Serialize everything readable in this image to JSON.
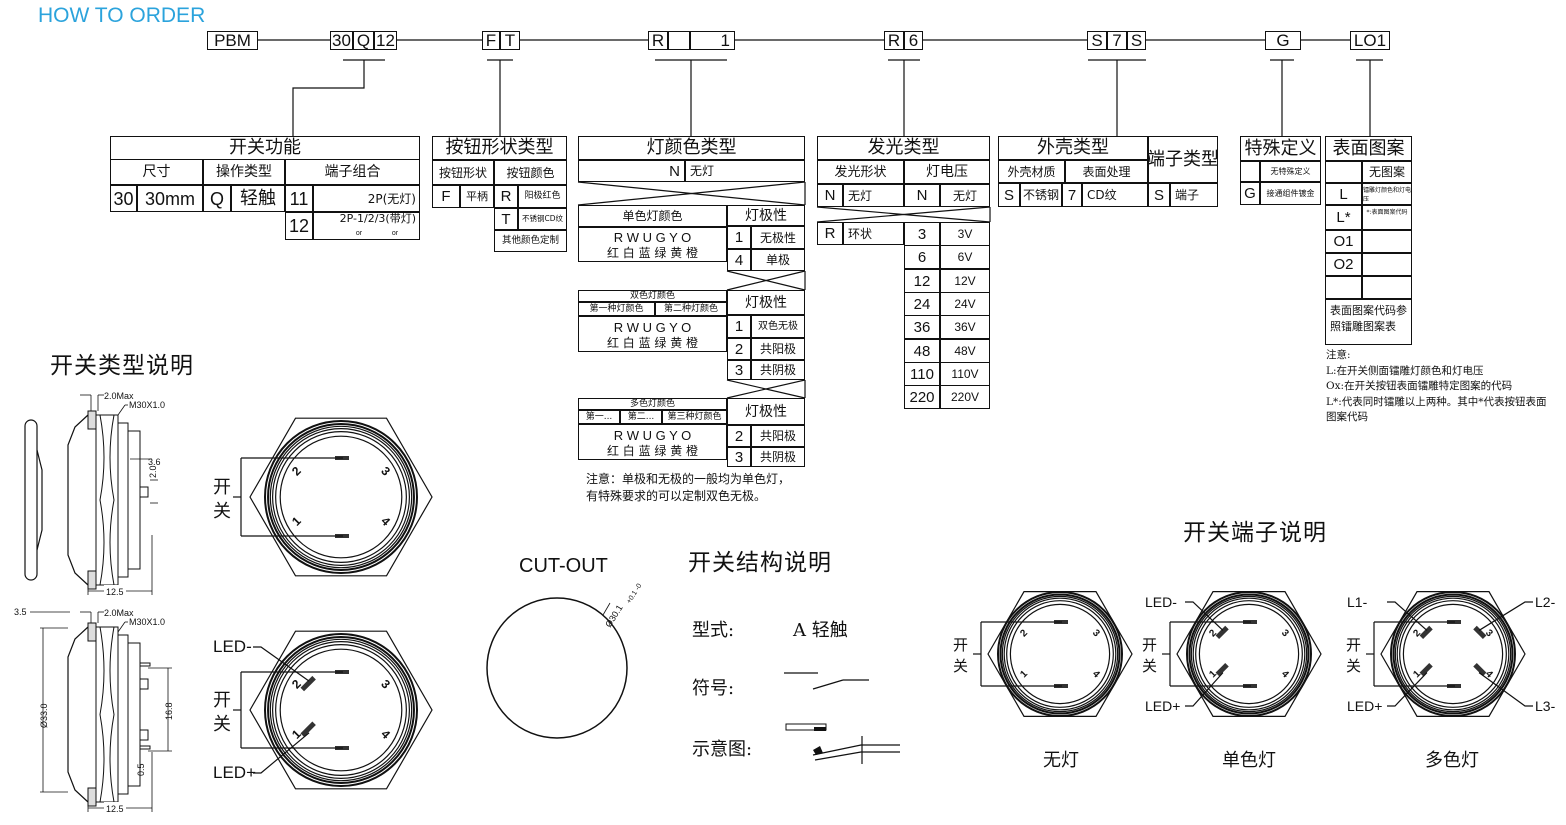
{
  "header": {
    "title": "HOW TO ORDER"
  },
  "code": {
    "pbm": "PBM",
    "size": "30",
    "op": "Q",
    "term": "12",
    "shape": "F",
    "color": "T",
    "light": "R",
    "light_b1": "",
    "light_b2": "",
    "light_pol": "1",
    "glow": "R",
    "volt": "6",
    "shell": "S",
    "finish": "7",
    "terminal": "S",
    "special": "G",
    "pattern": "LO1"
  },
  "t1": {
    "title": "开关功能",
    "h_size": "尺寸",
    "h_op": "操作类型",
    "h_term": "端子组合",
    "size_code": "30",
    "size_val": "30mm",
    "op_code": "Q",
    "op_val": "轻触",
    "t11": "11",
    "t11_val": "2P(无灯)",
    "t12": "12",
    "t12_val": "2P-1/2/3(带灯)",
    "or1": "or",
    "or2": "or"
  },
  "t2": {
    "title": "按钮形状类型",
    "h_shape": "按钮形状",
    "h_color": "按钮颜色",
    "F": "F",
    "F_val": "平柄",
    "R": "R",
    "R_val": "阳极红色",
    "T": "T",
    "T_val": "不锈钢CD纹",
    "other": "其他颜色定制"
  },
  "t3": {
    "title": "灯颜色类型",
    "N": "N",
    "N_val": "无灯",
    "single": "单色灯颜色",
    "polarity": "灯极性",
    "letters": "R  W  U  G  Y  O",
    "colors": "红 白  蓝 绿 黄  橙",
    "s1": "1",
    "s1v": "无极性",
    "s4": "4",
    "s4v": "单极",
    "bi": "双色灯颜色",
    "bi_first": "第一种灯颜色",
    "bi_second": "第二种灯颜色",
    "b1": "1",
    "b1v": "双色无极",
    "b2": "2",
    "b2v": "共阳极",
    "b3": "3",
    "b3v": "共阴极",
    "multi": "多色灯颜色",
    "m_first": "第一...",
    "m_second": "第二...",
    "m_third": "第三种灯颜色",
    "m2": "2",
    "m2v": "共阳极",
    "m3": "3",
    "m3v": "共阴极",
    "note": "注意：单极和无极的一般均为单色灯，有特殊要求的可以定制双色无极。"
  },
  "t4": {
    "title": "发光类型",
    "h_shape": "发光形状",
    "h_volt": "灯电压",
    "N": "N",
    "N_val": "无灯",
    "VN": "N",
    "VN_val": "无灯",
    "R": "R",
    "R_val": "环状",
    "voltages": [
      {
        "code": "3",
        "val": "3V"
      },
      {
        "code": "6",
        "val": "6V"
      },
      {
        "code": "12",
        "val": "12V"
      },
      {
        "code": "24",
        "val": "24V"
      },
      {
        "code": "36",
        "val": "36V"
      },
      {
        "code": "48",
        "val": "48V"
      },
      {
        "code": "110",
        "val": "110V"
      },
      {
        "code": "220",
        "val": "220V"
      }
    ]
  },
  "t5": {
    "title": "外壳类型",
    "h_material": "外壳材质",
    "h_finish": "表面处理",
    "mat_code": "S",
    "mat_val": "不锈钢",
    "fin_code": "7",
    "fin_val": "CD纹",
    "terminal_title": "端子类型",
    "term_code": "S",
    "term_val": "端子"
  },
  "t6": {
    "title": "特殊定义",
    "none": "无特殊定义",
    "G": "G",
    "G_val": "接通组件镀金"
  },
  "t7": {
    "title": "表面图案",
    "none": "无图案",
    "L": "L",
    "L_val": "镭雕灯颜色和灯电压",
    "Ls": "L*",
    "Ls_val": "*:表面图案代码",
    "O1": "O1",
    "O2": "O2",
    "ref": "表面图案代码参照镭雕图案表"
  },
  "notes": {
    "title": "注意:",
    "lines": [
      "L:在开关侧面镭雕灯颜色和灯电压",
      "Ox:在开关按钮表面镭雕特定图案的代码",
      "L*:代表同时镭雕以上两种。其中*代表按钮表面图案代码"
    ]
  },
  "sections": {
    "types": "开关类型说明",
    "structure": "开关结构说明",
    "terminals": "开关端子说明",
    "cutout": "CUT-OUT"
  },
  "structure": {
    "type_label": "型式:",
    "type_val": "A  轻触",
    "symbol_label": "符号:",
    "diagram_label": "示意图:"
  },
  "dims": {
    "max": "2.0Max",
    "thread": "M30X1.0",
    "d36": "3.6",
    "d20": "2.0",
    "d125": "12.5",
    "d35": "3.5",
    "dia33": "Ø33.0",
    "d168": "16.8",
    "d05": "0.5",
    "cut": "Ø30.1",
    "cut_tol": "+0.1 -0"
  },
  "labels": {
    "kai": "开",
    "guan": "关",
    "led_minus": "LED-",
    "led_plus": "LED+",
    "l1": "L1-",
    "l2": "L2-",
    "l3": "L3-",
    "pin1": "1",
    "pin2": "2",
    "pin3": "3",
    "pin4": "4",
    "no_light": "无灯",
    "single": "单色灯",
    "multi": "多色灯"
  }
}
